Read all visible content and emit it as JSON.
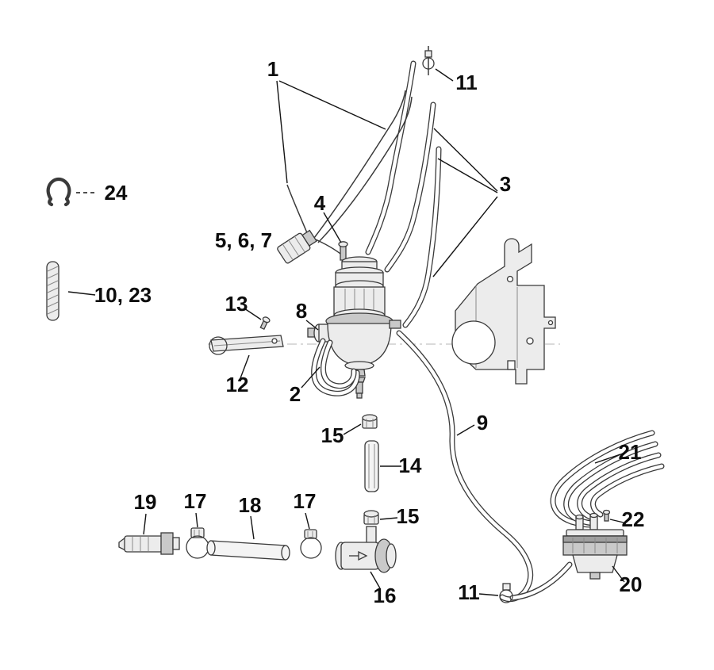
{
  "figure": {
    "colors": {
      "background": "#ffffff",
      "ink": "#3a3a3a",
      "part_fill": "#ececec",
      "part_shade": "#c9c9c9"
    }
  },
  "callouts": {
    "c1": "1",
    "c2": "2",
    "c3": "3",
    "c4": "4",
    "c567": "5, 6, 7",
    "c8": "8",
    "c9": "9",
    "c1023": "10, 23",
    "c11_top": "11",
    "c11_bottom": "11",
    "c12": "12",
    "c13": "13",
    "c14": "14",
    "c15_upper": "15",
    "c15_lower": "15",
    "c16": "16",
    "c17_left": "17",
    "c17_right": "17",
    "c18": "18",
    "c19": "19",
    "c20": "20",
    "c21": "21",
    "c22": "22",
    "c24": "24"
  }
}
